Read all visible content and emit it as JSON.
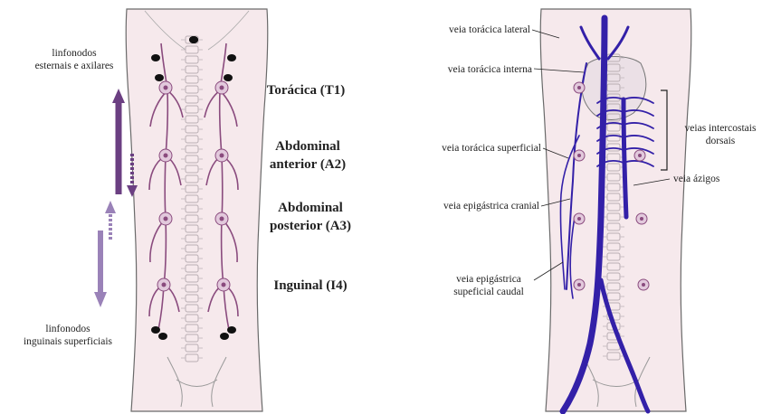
{
  "left_panel": {
    "label_axillary": [
      "linfonodos",
      "esternais e axilares"
    ],
    "label_inguinal": [
      "linfonodos",
      "inguinais superficiais"
    ],
    "gland_labels": {
      "t1": "Torácica (T1)",
      "a2": [
        "Abdominal",
        "anterior (A2)"
      ],
      "a3": [
        "Abdominal",
        "posterior (A3)"
      ],
      "i4": "Inguinal (I4)"
    }
  },
  "right_panel": {
    "labels": {
      "lateral_thoracic": "veia torácica lateral",
      "internal_thoracic": "veia torácica interna",
      "superficial_thoracic": "veia torácica superficial",
      "cranial_epigastric": "veia epigástrica cranial",
      "superficial_caudal_epigastric": [
        "veia epigástrica",
        "supeficial caudal"
      ],
      "dorsal_intercostal": [
        "veias intercostais",
        "dorsais"
      ],
      "azygos": "veia ázigos"
    }
  },
  "colors": {
    "body_fill": "#f6e9ec",
    "lymph": "#8a4b7e",
    "arrow_solid": "#6b3f82",
    "arrow_light": "#9a82b8",
    "vein": "#3320a8",
    "bone": "#d9d0d3"
  }
}
